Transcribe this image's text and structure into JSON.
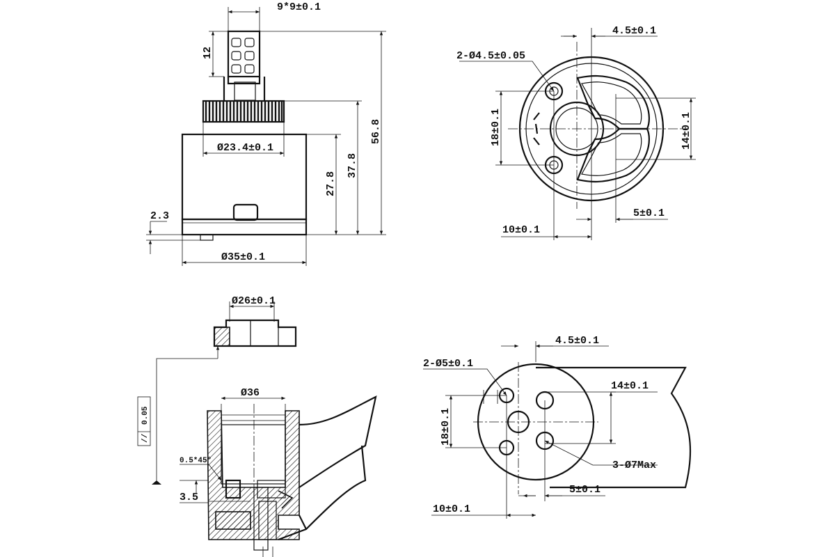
{
  "views": {
    "side": {
      "dim_stem_width": "9*9±0.1",
      "dim_stem_height": "12",
      "dim_total_height": "56.8",
      "dim_knurl_dia": "Ø23.4±0.1",
      "dim_top_height": "37.8",
      "dim_body_height": "27.8",
      "dim_base": "2.3",
      "dim_body_dia": "Ø35±0.1"
    },
    "top": {
      "dim_offset": "4.5±0.1",
      "dim_holes": "2-Ø4.5±0.05",
      "dim_height_left": "18±0.1",
      "dim_height_right": "14±0.1",
      "dim_gap": "5±0.1",
      "dim_width": "10±0.1"
    },
    "section": {
      "dim_ring": "Ø26±0.1",
      "dim_parallel": "0.05",
      "dim_bore": "Ø36",
      "dim_chamfer": "0.5*45°",
      "dim_step": "3.5"
    },
    "seat": {
      "dim_offset": "4.5±0.1",
      "dim_holes": "2-Ø5±0.1",
      "dim_right": "14±0.1",
      "dim_left": "18±0.1",
      "dim_ports": "3-Ø7Max",
      "dim_gap": "5±0.1",
      "dim_width": "10±0.1"
    }
  }
}
